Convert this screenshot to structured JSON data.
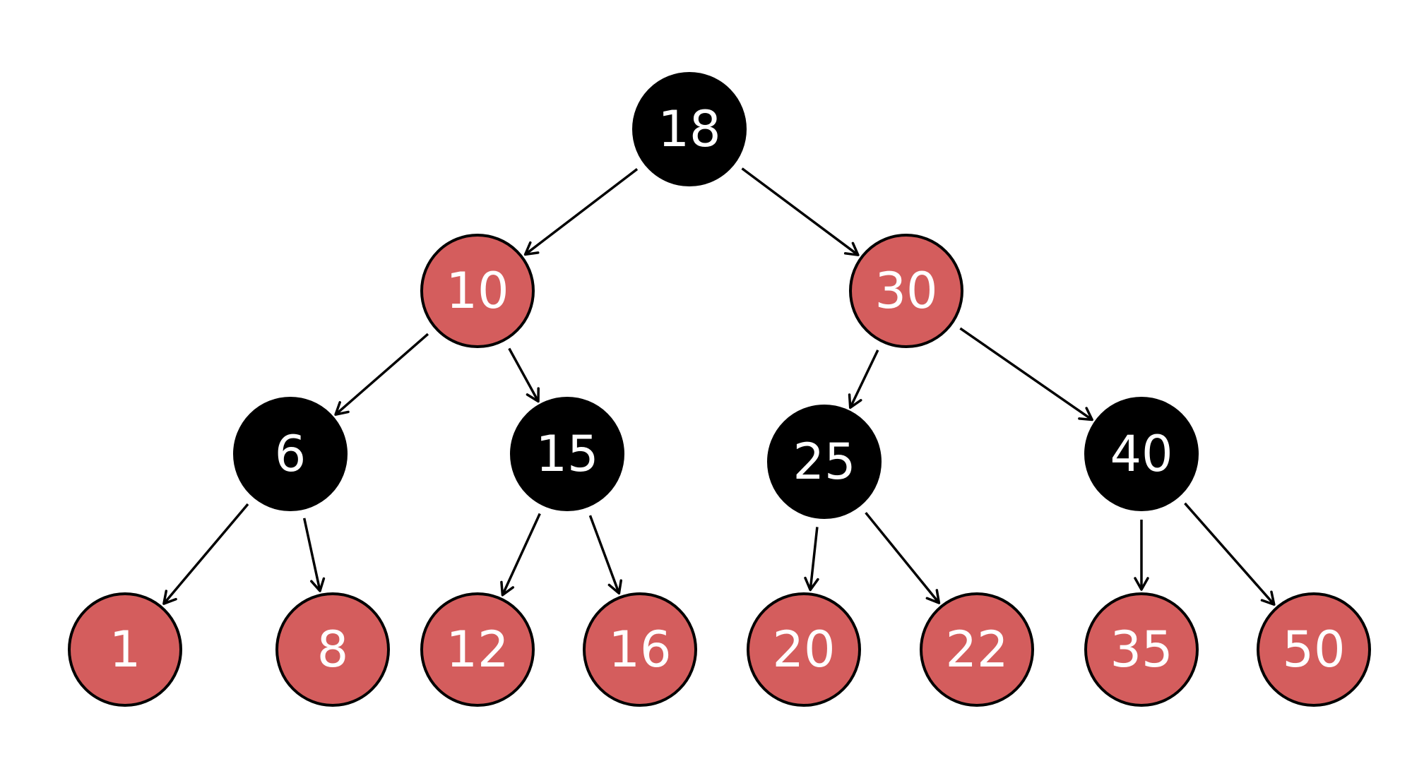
{
  "colors": {
    "black_node": "#000000",
    "red_node": "#d45d5d",
    "label": "#ffffff",
    "edge": "#000000",
    "background": "#ffffff"
  },
  "tree": {
    "nodes": [
      {
        "id": "n18",
        "label": "18",
        "color": "black"
      },
      {
        "id": "n10",
        "label": "10",
        "color": "red"
      },
      {
        "id": "n30",
        "label": "30",
        "color": "red"
      },
      {
        "id": "n6",
        "label": "6",
        "color": "black"
      },
      {
        "id": "n15",
        "label": "15",
        "color": "black"
      },
      {
        "id": "n25",
        "label": "25",
        "color": "black"
      },
      {
        "id": "n40",
        "label": "40",
        "color": "black"
      },
      {
        "id": "n1",
        "label": "1",
        "color": "red"
      },
      {
        "id": "n8",
        "label": "8",
        "color": "red"
      },
      {
        "id": "n12",
        "label": "12",
        "color": "red"
      },
      {
        "id": "n16",
        "label": "16",
        "color": "red"
      },
      {
        "id": "n20",
        "label": "20",
        "color": "red"
      },
      {
        "id": "n22",
        "label": "22",
        "color": "red"
      },
      {
        "id": "n35",
        "label": "35",
        "color": "red"
      },
      {
        "id": "n50",
        "label": "50",
        "color": "red"
      }
    ],
    "edges": [
      {
        "from": "n18",
        "to": "n10"
      },
      {
        "from": "n18",
        "to": "n30"
      },
      {
        "from": "n10",
        "to": "n6"
      },
      {
        "from": "n10",
        "to": "n15"
      },
      {
        "from": "n30",
        "to": "n25"
      },
      {
        "from": "n30",
        "to": "n40"
      },
      {
        "from": "n6",
        "to": "n1"
      },
      {
        "from": "n6",
        "to": "n8"
      },
      {
        "from": "n15",
        "to": "n12"
      },
      {
        "from": "n15",
        "to": "n16"
      },
      {
        "from": "n25",
        "to": "n20"
      },
      {
        "from": "n25",
        "to": "n22"
      },
      {
        "from": "n40",
        "to": "n35"
      },
      {
        "from": "n40",
        "to": "n50"
      }
    ]
  }
}
